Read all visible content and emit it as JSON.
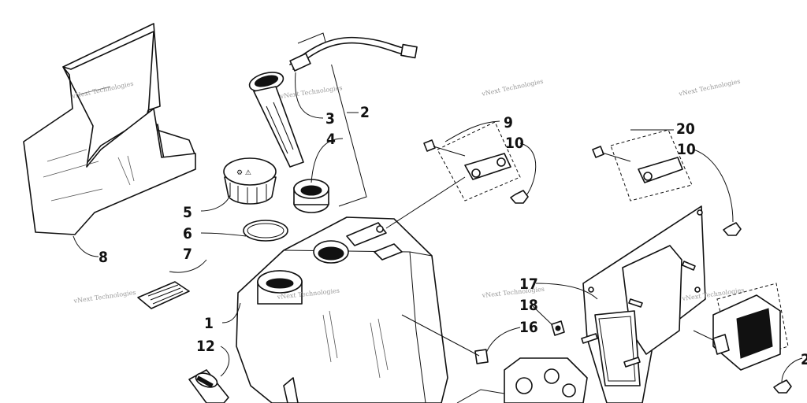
{
  "watermark": "vNext Technologies",
  "callouts": {
    "c1": "1",
    "c2": "2",
    "c3": "3",
    "c4": "4",
    "c5": "5",
    "c6": "6",
    "c7": "7",
    "c8": "8",
    "c9": "9",
    "c10a": "10",
    "c10b": "10",
    "c12": "12",
    "c16": "16",
    "c17": "17",
    "c18": "18",
    "c20": "20",
    "c2right": "2"
  }
}
